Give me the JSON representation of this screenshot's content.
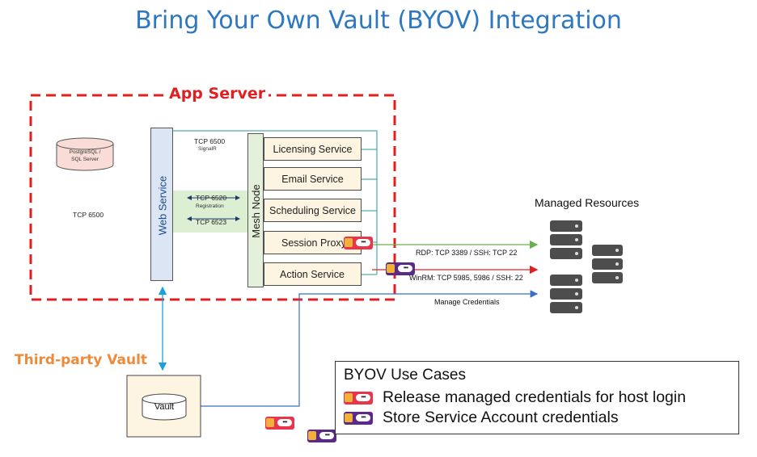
{
  "title": "Bring Your Own Vault (BYOV) Integration",
  "app_server_label": "App Server",
  "third_party_vault_label": "Third-party Vault",
  "db_label_line1": "PostgreSQL /",
  "db_label_line2": "SQL Server",
  "tcp_6500_left": "TCP 6500",
  "tcp_6500_top": "TCP 6500",
  "signalr": "SignalR",
  "tcp_6520": "TCP 6520",
  "registration": "Registration",
  "tcp_6523": "TCP 6523",
  "web_service": "Web Service",
  "mesh_node": "Mesh Node",
  "services": [
    "Licensing Service",
    "Email Service",
    "Scheduling Service",
    "Session Proxy",
    "Action Service"
  ],
  "managed_resources": "Managed Resources",
  "rdp_label": "RDP: TCP 3389 / SSH: TCP 22",
  "winrm_label": "WinRM: TCP 5985, 5986 / SSH: 22",
  "manage_credentials": "Manage Credentials",
  "vault": "Vault",
  "legend": {
    "title": "BYOV Use Cases",
    "item1": "Release managed credentials for host login",
    "item2": "Store Service Account credentials"
  },
  "colors": {
    "title": "#2e78c2",
    "app_server": "#e02020",
    "vault_label": "#ee8a3a",
    "lock_red": "#e8354a",
    "lock_purple": "#5b2a86",
    "arrow_green": "#6ab04c",
    "arrow_red": "#e02020",
    "arrow_blue": "#3a6fc4",
    "teal_line": "#2a9a9a"
  },
  "icons": {
    "lock_red": "lock-icon",
    "lock_purple": "lock-icon",
    "server": "server-icon",
    "database": "database-icon"
  }
}
